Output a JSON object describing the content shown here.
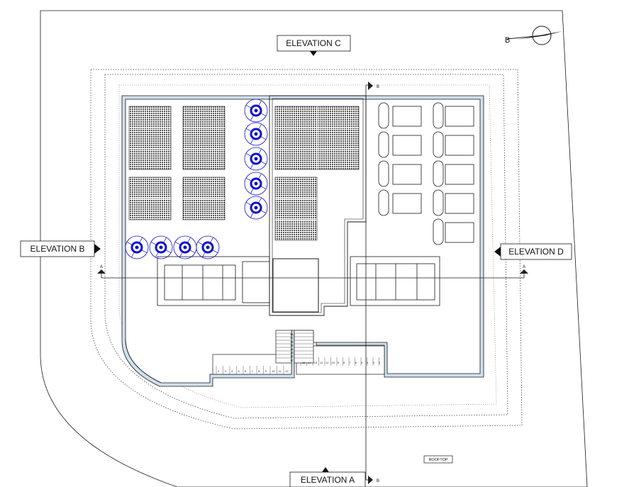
{
  "title": "ROOFTOP",
  "labels": {
    "elevation_a": "ELEVATION A",
    "elevation_b": "ELEVATION B",
    "elevation_c": "ELEVATION C",
    "elevation_d": "ELEVATION D"
  },
  "section_marks": {
    "a_left": "A",
    "a_right": "A",
    "b_top": "B",
    "b_bottom": "B"
  },
  "north_arrow_label": "B",
  "stair_numbers": {
    "left_run": [
      "2",
      "3",
      "4",
      "5",
      "6",
      "7",
      "8",
      "9",
      "10",
      "11",
      "12"
    ],
    "right_run": [
      "15",
      "14",
      "13",
      "12",
      "11",
      "10",
      "9",
      "8",
      "7",
      "6",
      "5",
      "4",
      "3",
      "2"
    ],
    "middle_run": [
      "18",
      "17",
      "16",
      "15",
      "14",
      "13",
      "12",
      "11"
    ]
  },
  "colors": {
    "line": "#1a1a1a",
    "wall_fill": "#cfe0ee",
    "equipment_blue": "#1010d0",
    "grid": "#555555"
  }
}
